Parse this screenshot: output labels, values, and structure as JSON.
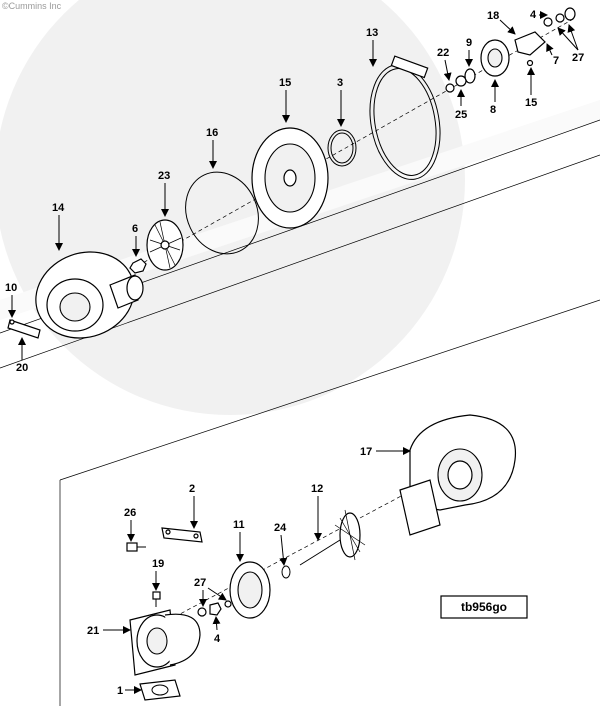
{
  "copyright": "©Cummins Inc",
  "watermark_colors": {
    "fill": "#ececec"
  },
  "figure_ref": "tb956go",
  "callouts": {
    "c1": "1",
    "c2": "2",
    "c3": "3",
    "c4a": "4",
    "c4b": "4",
    "c6": "6",
    "c7": "7",
    "c8": "8",
    "c9": "9",
    "c10": "10",
    "c11": "11",
    "c12": "12",
    "c13": "13",
    "c14": "14",
    "c15a": "15",
    "c15b": "15",
    "c16": "16",
    "c17": "17",
    "c18": "18",
    "c19": "19",
    "c20": "20",
    "c21": "21",
    "c22": "22",
    "c23": "23",
    "c24": "24",
    "c25": "25",
    "c26": "26",
    "c27a": "27",
    "c27b": "27"
  }
}
